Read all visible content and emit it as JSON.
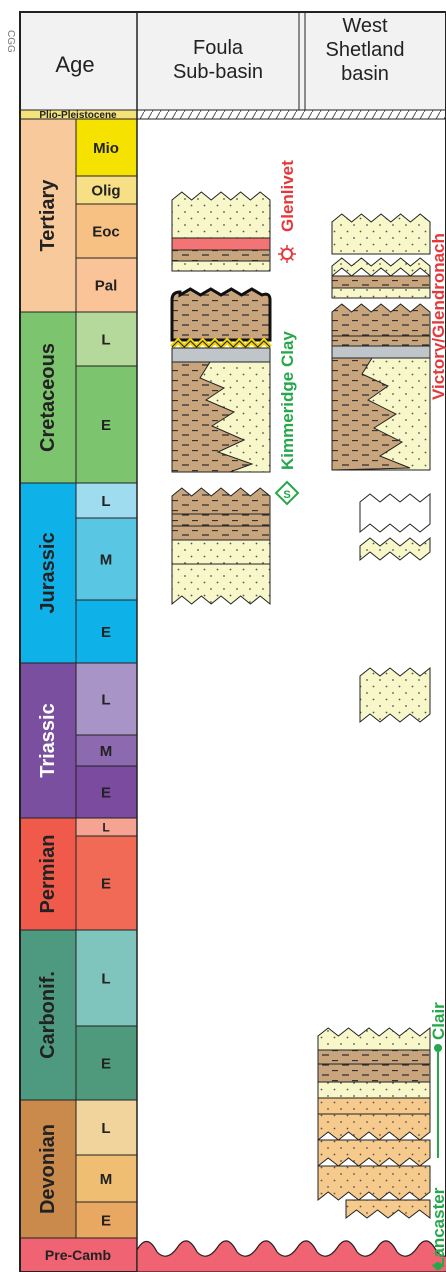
{
  "header": {
    "watermark": "CGG",
    "age": "Age",
    "col1": "Foula\nSub-basin",
    "col2": "West\nShetland\nbasin"
  },
  "colors": {
    "plio": "#f3e37a",
    "tertiary": "#f8c99a",
    "mio": "#f5e200",
    "olig": "#f7df86",
    "eoc": "#f8c184",
    "pal": "#fbc498",
    "cretaceous": "#7cc46e",
    "cret_l": "#b5d99a",
    "jurassic": "#0fb2e8",
    "jur_l": "#a0dcef",
    "jur_m": "#59c6e4",
    "triassic": "#7b4fa0",
    "tri_l": "#a894c6",
    "tri_m": "#8d6aaf",
    "tri_e": "#7b4ba0",
    "permian": "#f05a4b",
    "perm_l": "#f6a394",
    "perm_e": "#f06a56",
    "carbonif": "#4e9a80",
    "carb_l": "#7fc5bd",
    "carb_e": "#4f9a7c",
    "devonian": "#c98a4b",
    "dev_l": "#f1d49c",
    "dev_m": "#efbe72",
    "dev_e": "#e9a861",
    "precamb": "#f06372",
    "sand": "#f7f7c9",
    "shale": "#c9a57e",
    "source": "#25a84a",
    "reservoir": "#e4383b"
  },
  "periods": [
    {
      "id": "plio",
      "label": "Plio-Pleistocene",
      "epochs": []
    },
    {
      "id": "tertiary",
      "label": "Tertiary",
      "epochs": [
        "Mio",
        "Olig",
        "Eoc",
        "Pal"
      ]
    },
    {
      "id": "cretaceous",
      "label": "Cretaceous",
      "epochs": [
        "L",
        "E"
      ]
    },
    {
      "id": "jurassic",
      "label": "Jurassic",
      "epochs": [
        "L",
        "M",
        "E"
      ]
    },
    {
      "id": "triassic",
      "label": "Triassic",
      "epochs": [
        "L",
        "M",
        "E"
      ]
    },
    {
      "id": "permian",
      "label": "Permian",
      "epochs": [
        "L",
        "E"
      ]
    },
    {
      "id": "carbonif",
      "label": "Carbonif.",
      "epochs": [
        "L",
        "E"
      ]
    },
    {
      "id": "devonian",
      "label": "Devonian",
      "epochs": [
        "L",
        "M",
        "E"
      ]
    },
    {
      "id": "precamb",
      "label": "Pre-Camb",
      "epochs": []
    }
  ],
  "annotations": {
    "glenlivet": "Glenlivet",
    "kimmeridge": "Kimmeridge Clay",
    "source_symbol": "S",
    "victory": "Victory/Glendronach",
    "clair": "Clair",
    "lancaster": "Lancaster"
  }
}
